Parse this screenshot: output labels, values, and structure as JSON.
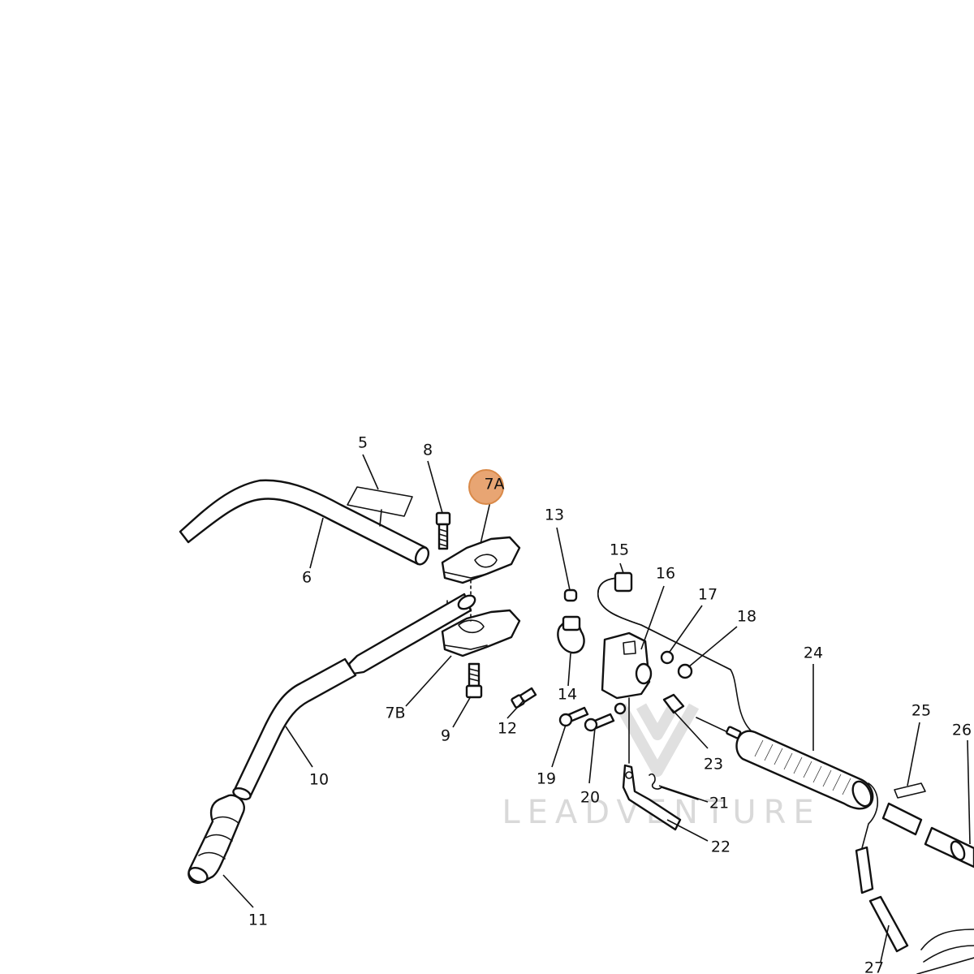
{
  "watermark": {
    "text": "LEADVENTURE"
  },
  "highlight": {
    "part": "7A",
    "color": "#e8a573",
    "stroke": "#d98948"
  },
  "parts": {
    "p5": "5",
    "p6": "6",
    "p7A": "7A",
    "p7B": "7B",
    "p8": "8",
    "p9": "9",
    "p10": "10",
    "p11": "11",
    "p12": "12",
    "p13": "13",
    "p14": "14",
    "p15": "15",
    "p16": "16",
    "p17": "17",
    "p18": "18",
    "p19": "19",
    "p20": "20",
    "p21": "21",
    "p22": "22",
    "p23": "23",
    "p24": "24",
    "p25": "25",
    "p26": "26",
    "p27": "27"
  }
}
